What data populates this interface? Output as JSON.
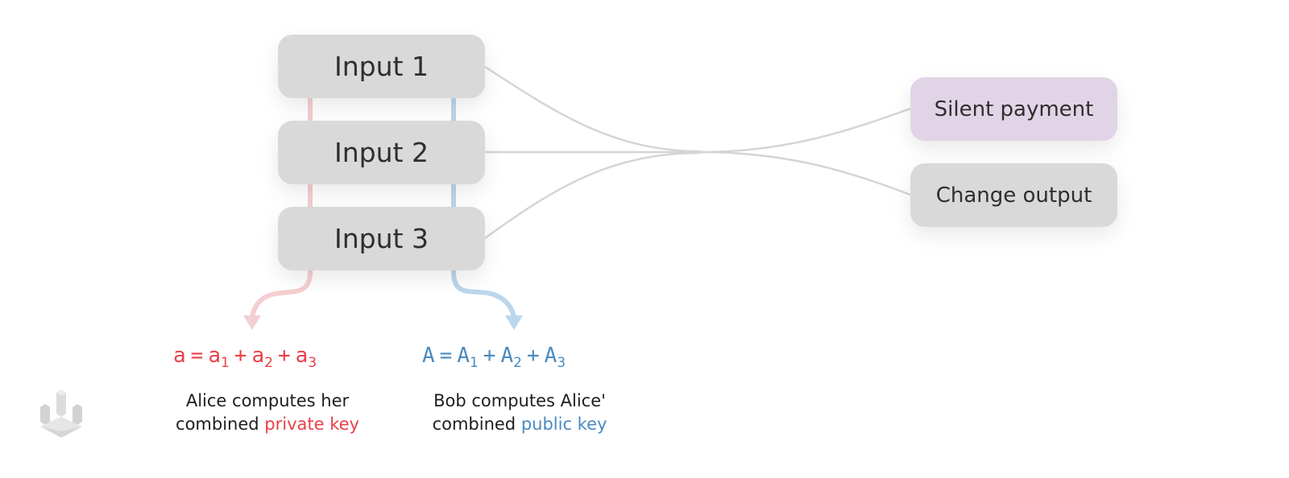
{
  "inputs": [
    {
      "label": "Input 1"
    },
    {
      "label": "Input 2"
    },
    {
      "label": "Input 3"
    }
  ],
  "outputs": [
    {
      "label": "Silent payment"
    },
    {
      "label": "Change output"
    }
  ],
  "formulas": {
    "private": {
      "lhs": "a",
      "eq": "=",
      "terms": [
        "a",
        "a",
        "a"
      ],
      "subs": [
        "1",
        "2",
        "3"
      ],
      "plus": "+"
    },
    "public": {
      "lhs": "A",
      "eq": "=",
      "terms": [
        "A",
        "A",
        "A"
      ],
      "subs": [
        "1",
        "2",
        "3"
      ],
      "plus": "+"
    }
  },
  "captions": {
    "alice": {
      "line1": "Alice computes her",
      "line2_prefix": "combined ",
      "highlight": "private key"
    },
    "bob": {
      "line1": "Bob computes Alice'",
      "line2_prefix": "combined ",
      "highlight": "public key"
    }
  },
  "colors": {
    "private_accent": "#e8414a",
    "public_accent": "#4a8ac0",
    "box_gray": "#d9d9d9",
    "silent_payment_box": "#e2d4e7",
    "connector": "#d5d5d5",
    "private_rail": "#f4cfd1",
    "public_rail": "#bcd6ec"
  },
  "icons": {
    "logo": "stacked-cubes-logo-icon"
  }
}
